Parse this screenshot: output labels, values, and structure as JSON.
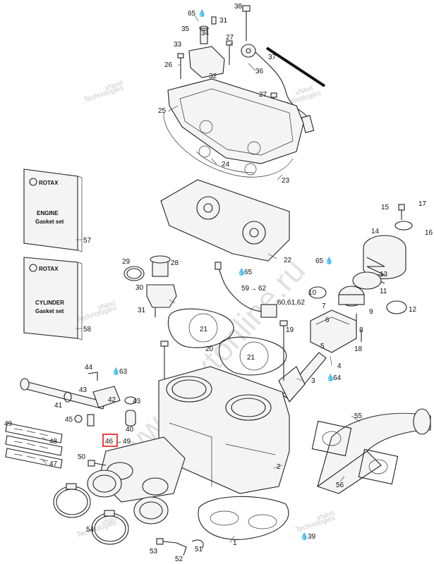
{
  "watermarks": {
    "main": "www.vnextonline.ru",
    "vnext_a": "vNext",
    "vnext_b": "Technologies"
  },
  "kits": {
    "engine_brand": "ROTAX",
    "engine_line1": "ENGINE",
    "engine_line2": "Gasket set",
    "cylinder_brand": "ROTAX",
    "cylinder_line1": "CYLINDER",
    "cylinder_line2": "Gasket set"
  },
  "callouts": {
    "c1": "1",
    "c2": "2",
    "c3": "3",
    "c4": "4",
    "c5": "5",
    "c6": "6",
    "c7": "7",
    "c8": "8",
    "c9": "9",
    "c10": "10",
    "c11": "11",
    "c12": "12",
    "c13": "13",
    "c14": "14",
    "c15": "15",
    "c16": "16",
    "c17": "17",
    "c18": "18",
    "c19": "19",
    "c20": "20",
    "c21a": "21",
    "c21b": "21",
    "c22": "22",
    "c23": "23",
    "c24": "24",
    "c25": "25",
    "c26": "26",
    "c27a": "27",
    "c27b": "27",
    "c28": "28",
    "c29": "29",
    "c30": "30",
    "c31a": "31",
    "c31b": "31",
    "c32": "32",
    "c33": "33",
    "c34": "34",
    "c35": "35",
    "c36": "36",
    "c37": "37",
    "c38": "38",
    "c39": "39",
    "c40": "40",
    "c41": "41",
    "c42": "42",
    "c43a": "43",
    "c43b": "43",
    "c44": "44",
    "c45": "45",
    "c46": "46",
    "c47": "47",
    "c48": "48",
    "c49a": "49",
    "c49b": "49",
    "c50": "50",
    "c51": "51",
    "c52": "52",
    "c53": "53",
    "c54": "54",
    "c55": "55",
    "c56": "56",
    "c57": "57",
    "c58": "58",
    "c59": "59",
    "c62": "62",
    "c60_61_62": "60,61,62",
    "c63": "63",
    "c64": "64",
    "c65a": "65",
    "c65b": "65",
    "c65c": "65"
  },
  "highlight": {
    "callout": "46",
    "color": "#e11111"
  },
  "icons": {
    "drop": "oil-drop-icon",
    "arrow": "arrow-right-icon"
  }
}
